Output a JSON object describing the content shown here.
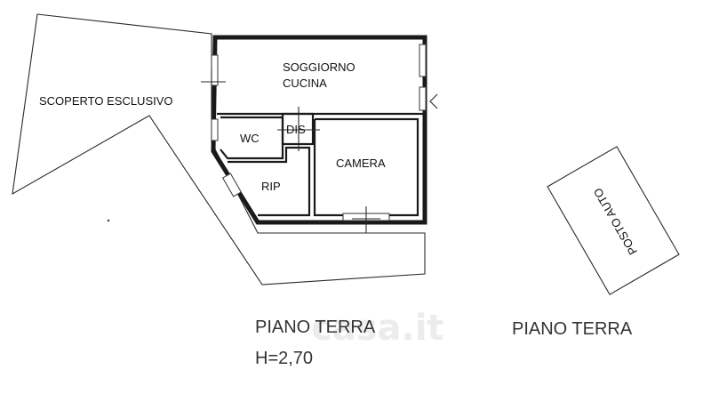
{
  "rooms": {
    "scoperto": "SCOPERTO ESCLUSIVO",
    "soggiorno": "SOGGIORNO",
    "cucina": "CUCINA",
    "wc": "WC",
    "dis": "DIS",
    "camera": "CAMERA",
    "rip": "RIP",
    "posto_auto": "POSTO AUTO"
  },
  "captions": {
    "left_floor": "PIANO TERRA",
    "left_height": "H=2,70",
    "right_floor": "PIANO TERRA"
  },
  "watermark": "casa.it",
  "colors": {
    "ink": "#1a1a1a",
    "caption": "#333333",
    "watermark": "#ececec"
  }
}
